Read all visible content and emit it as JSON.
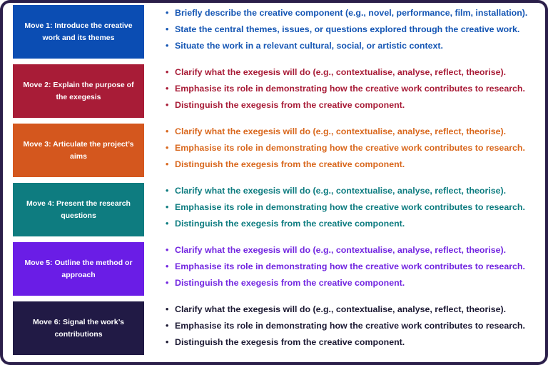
{
  "moves": [
    {
      "label": "Move 1: Introduce the creative work and its themes",
      "color": "#0b4db3",
      "text_color": "#1556b4",
      "bullets": [
        "Briefly describe the creative component (e.g., novel, performance, film, installation).",
        "State the central themes, issues, or questions explored through the creative work.",
        "Situate the work in a relevant cultural, social, or artistic context."
      ]
    },
    {
      "label": "Move 2: Explain the purpose of the exegesis",
      "color": "#a81c37",
      "text_color": "#a81c37",
      "bullets": [
        "Clarify what the exegesis will do (e.g., contextualise, analyse, reflect, theorise).",
        "Emphasise its role in demonstrating how the creative work contributes to research.",
        "Distinguish the exegesis from the creative component."
      ]
    },
    {
      "label": "Move 3: Articulate the project’s aims",
      "color": "#d4571e",
      "text_color": "#d9681e",
      "bullets": [
        "Clarify what the exegesis will do (e.g., contextualise, analyse, reflect, theorise).",
        "Emphasise its role in demonstrating how the creative work contributes to research.",
        "Distinguish the exegesis from the creative component."
      ]
    },
    {
      "label": "Move 4: Present the research questions",
      "color": "#0e7c80",
      "text_color": "#0e7c80",
      "bullets": [
        "Clarify what the exegesis will do (e.g., contextualise, analyse, reflect, theorise).",
        "Emphasise its role in demonstrating how the creative work contributes to research.",
        "Distinguish the exegesis from the creative component."
      ]
    },
    {
      "label": "Move 5: Outline the method or approach",
      "color": "#6a1de6",
      "text_color": "#7226e0",
      "bullets": [
        "Clarify what the exegesis will do (e.g., contextualise, analyse, reflect, theorise).",
        "Emphasise its role in demonstrating how the creative work contributes to research.",
        "Distinguish the exegesis from the creative component."
      ]
    },
    {
      "label": "Move 6: Signal the work’s contributions",
      "color": "#211a45",
      "text_color": "#1c1933",
      "bullets": [
        "Clarify what the exegesis will do (e.g., contextualise, analyse, reflect, theorise).",
        "Emphasise its role in demonstrating how the creative work contributes to research.",
        "Distinguish the exegesis from the creative component."
      ]
    }
  ]
}
